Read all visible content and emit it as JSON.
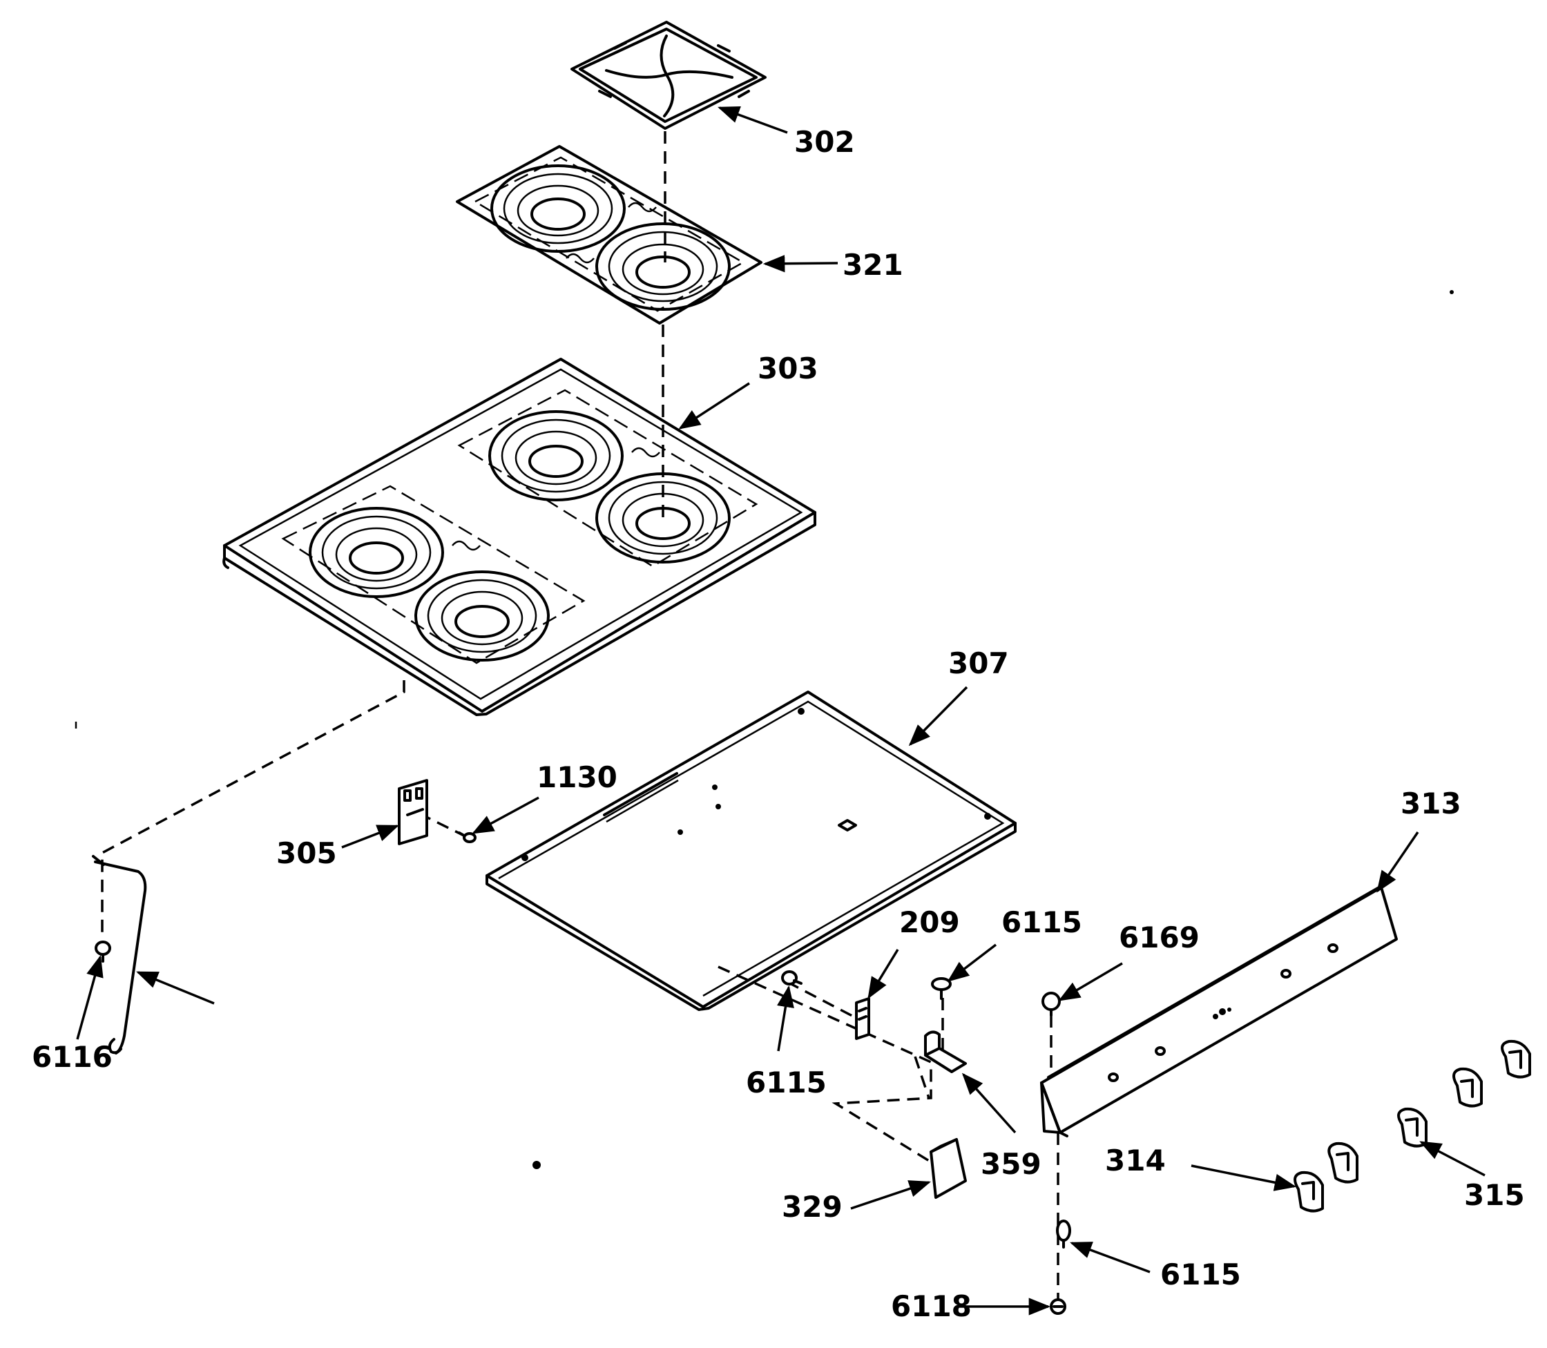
{
  "labels": {
    "l302": "302",
    "l321": "321",
    "l303": "303",
    "l307": "307",
    "l1130": "1130",
    "l305": "305",
    "l313": "313",
    "l209": "209",
    "l6115a": "6115",
    "l6169": "6169",
    "l6116": "6116",
    "l6115b": "6115",
    "l359": "359",
    "l314": "314",
    "l315": "315",
    "l329": "329",
    "l6115c": "6115",
    "l6118": "6118"
  }
}
